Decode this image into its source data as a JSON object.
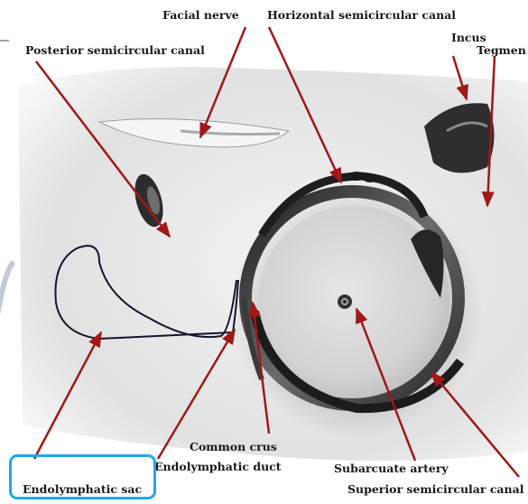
{
  "labels": {
    "facial_nerve": "Facial nerve",
    "horizontal_canal": "Horizontal semicircular canal",
    "posterior_canal": "Posterior semicircular canal",
    "incus": "Incus",
    "tegmen": "Tegmen",
    "common_crus": "Common crus",
    "endolymphatic_duct": "Endolymphatic duct",
    "subarcuate_artery": "Subarcuate artery",
    "endolymphatic_sac": "Endolymphatic sac",
    "superior_canal": "Superior semicircular canal"
  },
  "colors": {
    "arrow": "#a01818",
    "highlight": "#22a8e8",
    "bone_light": "#ececec",
    "bone_shadow": "#3a3a3a",
    "suture": "#14142a"
  }
}
